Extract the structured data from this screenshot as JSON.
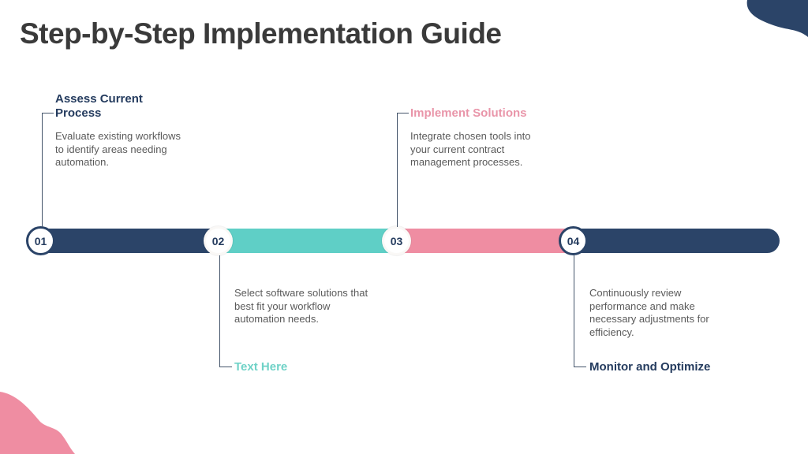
{
  "slide": {
    "title": "Step-by-Step Implementation Guide"
  },
  "colors": {
    "navy": "#2b4468",
    "teal": "#5fcfc6",
    "pink": "#ef8da2",
    "title_text": "#3a3a3a",
    "step_title_navy": "#243b5e",
    "step_title_teal": "#6fd2c7",
    "step_title_pink": "#e995a9",
    "description_text": "#5a5a5a"
  },
  "timeline": {
    "steps": [
      {
        "number": "01",
        "label": "Assess Current Process",
        "description": "Evaluate existing workflows to identify areas needing automation.",
        "label_position": "top",
        "accent": "#243b5e"
      },
      {
        "number": "02",
        "label": "Text Here",
        "description": "Select software solutions that best fit your workflow automation needs.",
        "label_position": "bottom",
        "accent": "#6fd2c7"
      },
      {
        "number": "03",
        "label": "Implement Solutions",
        "description": "Integrate chosen tools into your current contract management processes.",
        "label_position": "top",
        "accent": "#e995a9"
      },
      {
        "number": "04",
        "label": "Monitor and Optimize",
        "description": "Continuously review performance and make necessary adjustments for efficiency.",
        "label_position": "bottom",
        "accent": "#243b5e"
      }
    ]
  }
}
